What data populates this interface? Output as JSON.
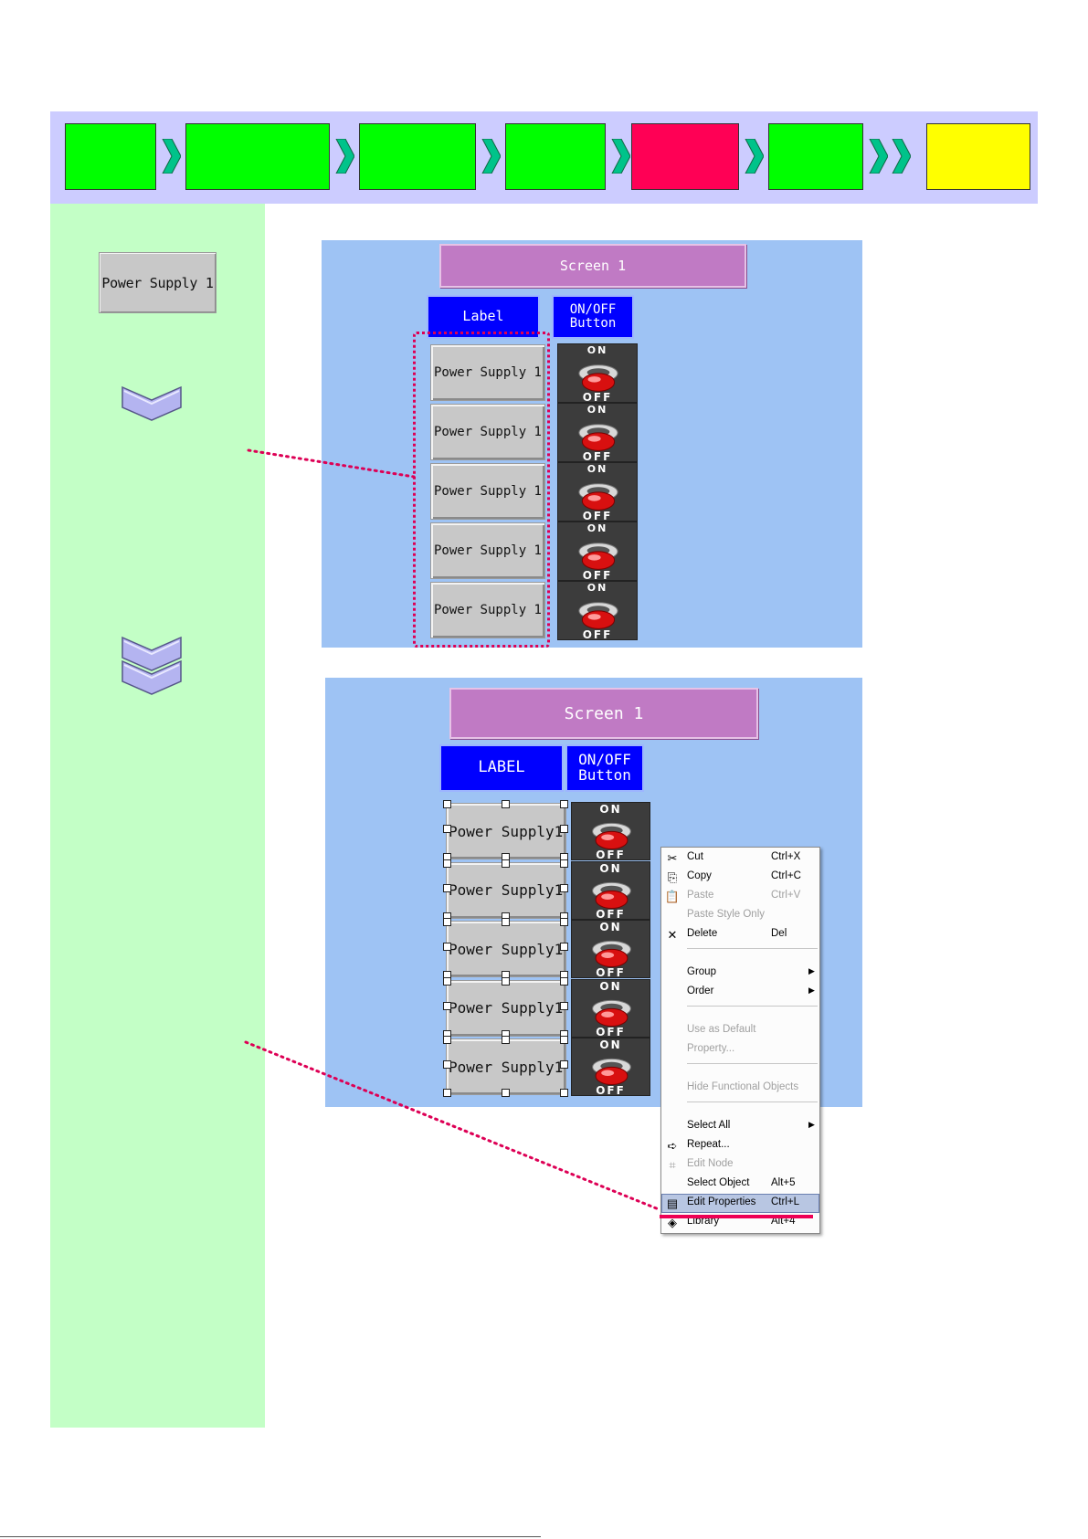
{
  "step_bar": {
    "steps": [
      {
        "color": "#00ff00"
      },
      {
        "color": "#00ff00"
      },
      {
        "color": "#00ff00"
      },
      {
        "color": "#00ff00"
      },
      {
        "color": "#ff0055"
      },
      {
        "color": "#00ff00"
      },
      {
        "color": "#ffff00"
      }
    ],
    "chevron_color": "#00c38a"
  },
  "left_panel": {
    "sample_label": "Power Supply 1"
  },
  "screen_top": {
    "title": "Screen 1",
    "label_header": "Label",
    "button_header_line1": "ON/OFF",
    "button_header_line2": "Button",
    "rows": [
      {
        "label": "Power Supply 1",
        "on": "ON",
        "off": "OFF"
      },
      {
        "label": "Power Supply 1",
        "on": "ON",
        "off": "OFF"
      },
      {
        "label": "Power Supply 1",
        "on": "ON",
        "off": "OFF"
      },
      {
        "label": "Power Supply 1",
        "on": "ON",
        "off": "OFF"
      },
      {
        "label": "Power Supply 1",
        "on": "ON",
        "off": "OFF"
      }
    ]
  },
  "screen_bottom": {
    "title": "Screen 1",
    "label_header": "LABEL",
    "button_header_line1": "ON/OFF",
    "button_header_line2": "Button",
    "rows": [
      {
        "label": "Power Supply1",
        "on": "ON",
        "off": "OFF"
      },
      {
        "label": "Power Supply1",
        "on": "ON",
        "off": "OFF"
      },
      {
        "label": "Power Supply1",
        "on": "ON",
        "off": "OFF"
      },
      {
        "label": "Power Supply1",
        "on": "ON",
        "off": "OFF"
      },
      {
        "label": "Power Supply1",
        "on": "ON",
        "off": "OFF"
      }
    ]
  },
  "context_menu": {
    "items": [
      {
        "label": "Cut",
        "shortcut": "Ctrl+X",
        "icon": "scissors-icon"
      },
      {
        "label": "Copy",
        "shortcut": "Ctrl+C",
        "icon": "copy-icon"
      },
      {
        "label": "Paste",
        "shortcut": "Ctrl+V",
        "icon": "paste-icon",
        "disabled": true
      },
      {
        "label": "Paste Style Only",
        "shortcut": "",
        "disabled": true
      },
      {
        "label": "Delete",
        "shortcut": "Del",
        "icon": "delete-x-icon"
      },
      {
        "label": "Group",
        "submenu": true
      },
      {
        "label": "Order",
        "submenu": true
      },
      {
        "label": "Use as Default",
        "disabled": true
      },
      {
        "label": "Property...",
        "disabled": true
      },
      {
        "label": "Hide Functional Objects",
        "disabled": true
      },
      {
        "label": "Select All",
        "submenu": true
      },
      {
        "label": "Repeat...",
        "icon": "repeat-icon"
      },
      {
        "label": "Edit Node",
        "icon": "edit-node-icon",
        "disabled": true
      },
      {
        "label": "Select Object",
        "shortcut": "Alt+5"
      },
      {
        "label": "Edit Properties",
        "shortcut": "Ctrl+L",
        "icon": "edit-properties-icon",
        "highlighted": true
      },
      {
        "label": "Library",
        "shortcut": "Alt+4",
        "icon": "library-icon"
      }
    ]
  },
  "colors": {
    "pointer_dots": "#dd0055",
    "highlight_underline": "#ee0055"
  }
}
